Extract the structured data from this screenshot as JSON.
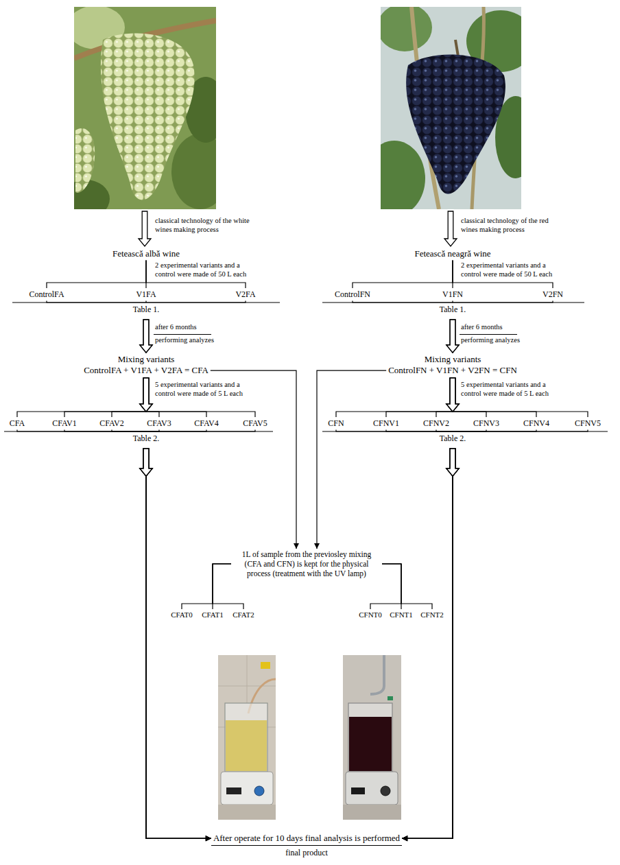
{
  "diagram": {
    "nodes": [
      {
        "text": [
          "Fetească albă wine"
        ]
      },
      {
        "text": [
          "ControlFA"
        ]
      },
      {
        "text": [
          "V1FA"
        ]
      },
      {
        "text": [
          "V2FA"
        ]
      },
      {
        "text": [
          "Mixing variants",
          "ControlFA + V1FA + V2FA = CFA"
        ]
      },
      {
        "text": [
          "CFA"
        ]
      },
      {
        "text": [
          "CFAV1"
        ]
      },
      {
        "text": [
          "CFAV2"
        ]
      },
      {
        "text": [
          "CFAV3"
        ]
      },
      {
        "text": [
          "CFAV4"
        ]
      },
      {
        "text": [
          "CFAV5"
        ]
      },
      {
        "text": [
          "Fetească neagră wine"
        ]
      },
      {
        "text": [
          "ControlFN"
        ]
      },
      {
        "text": [
          "V1FN"
        ]
      },
      {
        "text": [
          "V2FN"
        ]
      },
      {
        "text": [
          "Mixing variants",
          "ControlFN + V1FN + V2FN = CFN"
        ]
      },
      {
        "text": [
          "CFN"
        ]
      },
      {
        "text": [
          "CFNV1"
        ]
      },
      {
        "text": [
          "CFNV2"
        ]
      },
      {
        "text": [
          "CFNV3"
        ]
      },
      {
        "text": [
          "CFNV4"
        ]
      },
      {
        "text": [
          "CFNV5"
        ]
      },
      {
        "text": [
          "1L of sample from the previosley mixing (CFA and CFN) is kept for the physical process (treatment with the UV lamp)"
        ]
      },
      {
        "text": [
          "CFAT0"
        ]
      },
      {
        "text": [
          "CFAT1"
        ]
      },
      {
        "text": [
          "CFAT2"
        ]
      },
      {
        "text": [
          "CFNT0"
        ]
      },
      {
        "text": [
          "CFNT1"
        ]
      },
      {
        "text": [
          "CFNT2"
        ]
      },
      {
        "text": [
          "After operate for 10 days final analysis is performed"
        ]
      }
    ],
    "edges": [
      {
        "from": 0,
        "to": 1,
        "arrow": "none"
      },
      {
        "from": 0,
        "to": 2,
        "arrow": "none"
      },
      {
        "from": 0,
        "to": 3,
        "arrow": "none"
      },
      {
        "from": 1,
        "to": 4,
        "arrow": "to"
      },
      {
        "from": 2,
        "to": 4,
        "arrow": "to"
      },
      {
        "from": 3,
        "to": 4,
        "arrow": "to"
      },
      {
        "from": 4,
        "to": 5,
        "arrow": "to"
      },
      {
        "from": 4,
        "to": 6,
        "arrow": "to"
      },
      {
        "from": 4,
        "to": 7,
        "arrow": "to"
      },
      {
        "from": 4,
        "to": 8,
        "arrow": "to"
      },
      {
        "from": 4,
        "to": 9,
        "arrow": "to"
      },
      {
        "from": 4,
        "to": 10,
        "arrow": "to"
      },
      {
        "from": 5,
        "to": 29,
        "arrow": "to"
      },
      {
        "from": 6,
        "to": 29,
        "arrow": "to"
      },
      {
        "from": 7,
        "to": 29,
        "arrow": "to"
      },
      {
        "from": 8,
        "to": 29,
        "arrow": "to"
      },
      {
        "from": 9,
        "to": 29,
        "arrow": "to"
      },
      {
        "from": 10,
        "to": 29,
        "arrow": "to"
      },
      {
        "from": 11,
        "to": 12,
        "arrow": "none"
      },
      {
        "from": 11,
        "to": 13,
        "arrow": "none"
      },
      {
        "from": 11,
        "to": 14,
        "arrow": "none"
      },
      {
        "from": 12,
        "to": 15,
        "arrow": "to"
      },
      {
        "from": 13,
        "to": 15,
        "arrow": "to"
      },
      {
        "from": 14,
        "to": 15,
        "arrow": "to"
      },
      {
        "from": 15,
        "to": 16,
        "arrow": "to"
      },
      {
        "from": 15,
        "to": 17,
        "arrow": "to"
      },
      {
        "from": 15,
        "to": 18,
        "arrow": "to"
      },
      {
        "from": 15,
        "to": 19,
        "arrow": "to"
      },
      {
        "from": 15,
        "to": 20,
        "arrow": "to"
      },
      {
        "from": 15,
        "to": 21,
        "arrow": "to"
      },
      {
        "from": 16,
        "to": 29,
        "arrow": "to"
      },
      {
        "from": 17,
        "to": 29,
        "arrow": "to"
      },
      {
        "from": 18,
        "to": 29,
        "arrow": "to"
      },
      {
        "from": 19,
        "to": 29,
        "arrow": "to"
      },
      {
        "from": 20,
        "to": 29,
        "arrow": "to"
      },
      {
        "from": 21,
        "to": 29,
        "arrow": "to"
      },
      {
        "from": 4,
        "to": 22,
        "arrow": "to"
      },
      {
        "from": 15,
        "to": 22,
        "arrow": "to"
      },
      {
        "from": 22,
        "to": 23,
        "arrow": "none"
      },
      {
        "from": 22,
        "to": 24,
        "arrow": "none"
      },
      {
        "from": 22,
        "to": 25,
        "arrow": "none"
      },
      {
        "from": 22,
        "to": 26,
        "arrow": "none"
      },
      {
        "from": 22,
        "to": 27,
        "arrow": "none"
      },
      {
        "from": 22,
        "to": 28,
        "arrow": "none"
      }
    ],
    "labels": [
      "classical technology of the white wines making process",
      "2 experimental variants and a control were made of 50 L each",
      "Table 1.",
      "after 6 months",
      "performing analyzes",
      "5 experimental variants and a control were made of 5 L each",
      "Table 2.",
      "classical technology of the red wines making process",
      "2 experimental variants and a control were made of 50 L each",
      "Table 1.",
      "after 6 months",
      "performing analyzes",
      "5 experimental variants and a control were made of 5 L each",
      "Table 2.",
      "final product"
    ]
  }
}
